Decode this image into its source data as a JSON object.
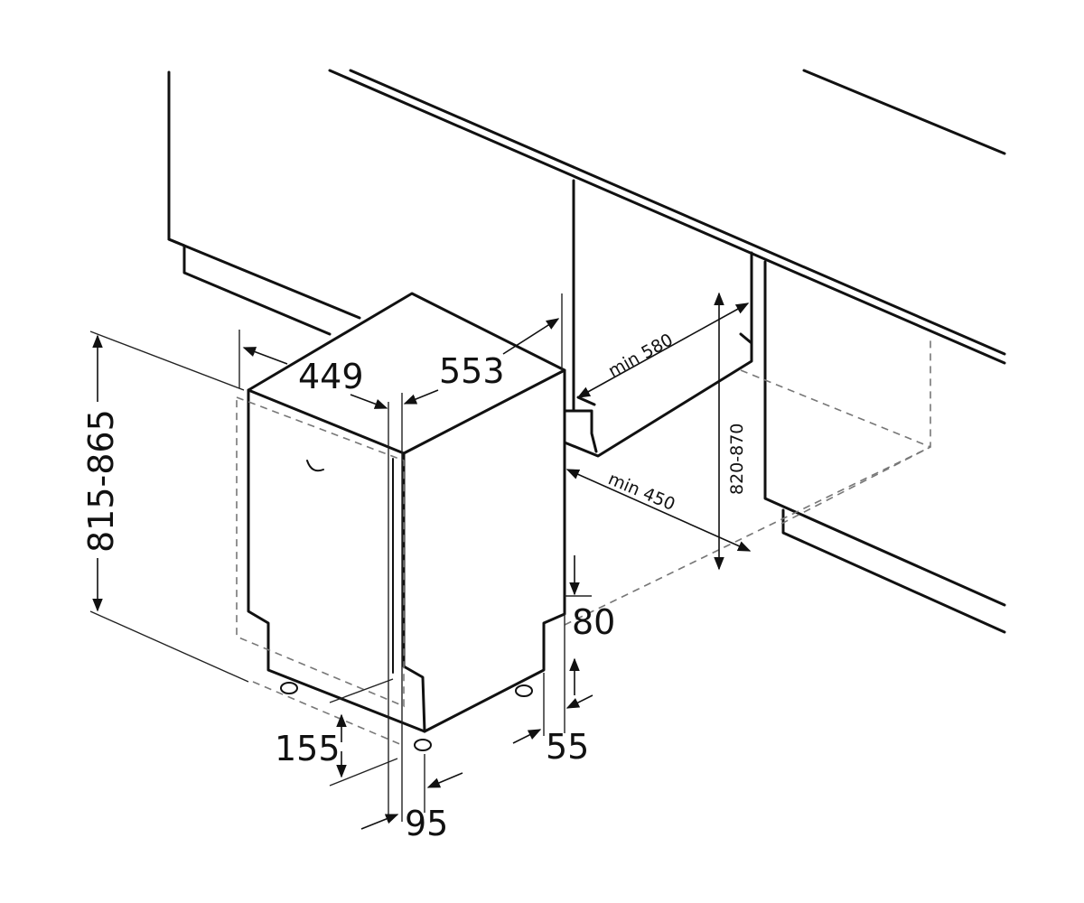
{
  "labels": {
    "depth": "553",
    "width": "449",
    "height_range": "815-865",
    "niche_depth": "min 580",
    "niche_width": "min 450",
    "niche_height": "820-870",
    "plinth_height": "80",
    "plinth_recess": "55",
    "foot_height": "155",
    "foot_setback": "95"
  },
  "colors": {
    "line": "#111111",
    "hidden": "#777777",
    "background": "#ffffff"
  }
}
